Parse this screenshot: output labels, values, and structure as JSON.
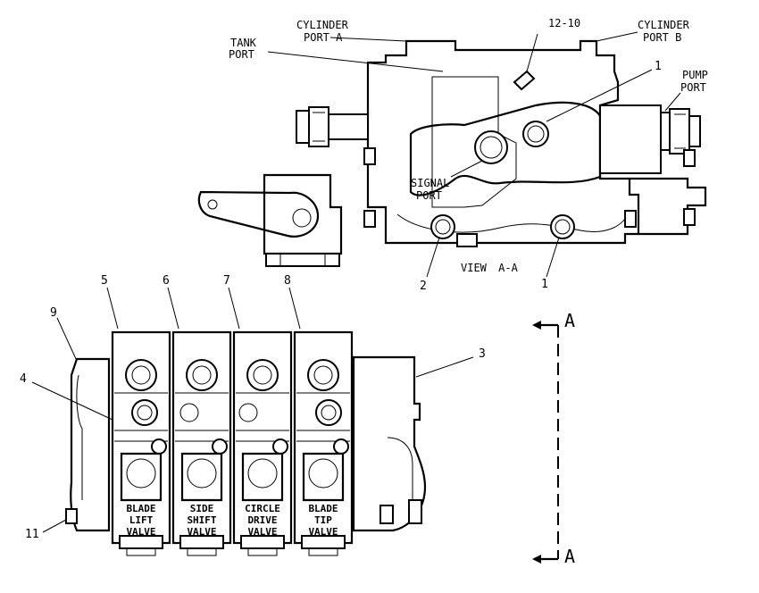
{
  "top_view": {
    "cylinder_port_a": [
      "CYLINDER",
      "PORT A"
    ],
    "cylinder_port_b": [
      "CYLINDER",
      "PORT B"
    ],
    "tank_port": [
      "TANK",
      "PORT"
    ],
    "pump_port": [
      "PUMP",
      "PORT"
    ],
    "signal_port": [
      "SIGNAL",
      "PORT"
    ],
    "view_label": "VIEW A-A",
    "callouts": {
      "c12_10": "12-10",
      "c1_top": "1",
      "c2": "2",
      "c1_bottom": "1"
    }
  },
  "bottom_view": {
    "callouts": {
      "c3": "3",
      "c4": "4",
      "c5": "5",
      "c6": "6",
      "c7": "7",
      "c8": "8",
      "c9": "9",
      "c11": "11"
    },
    "valves": [
      {
        "lines": [
          "BLADE",
          "LIFT",
          "VALVE"
        ]
      },
      {
        "lines": [
          "SIDE",
          "SHIFT",
          "VALVE"
        ]
      },
      {
        "lines": [
          "CIRCLE",
          "DRIVE",
          "VALVE"
        ]
      },
      {
        "lines": [
          "BLADE",
          "TIP",
          "VALVE"
        ]
      }
    ],
    "section_marker_top": "A",
    "section_marker_bottom": "A"
  }
}
